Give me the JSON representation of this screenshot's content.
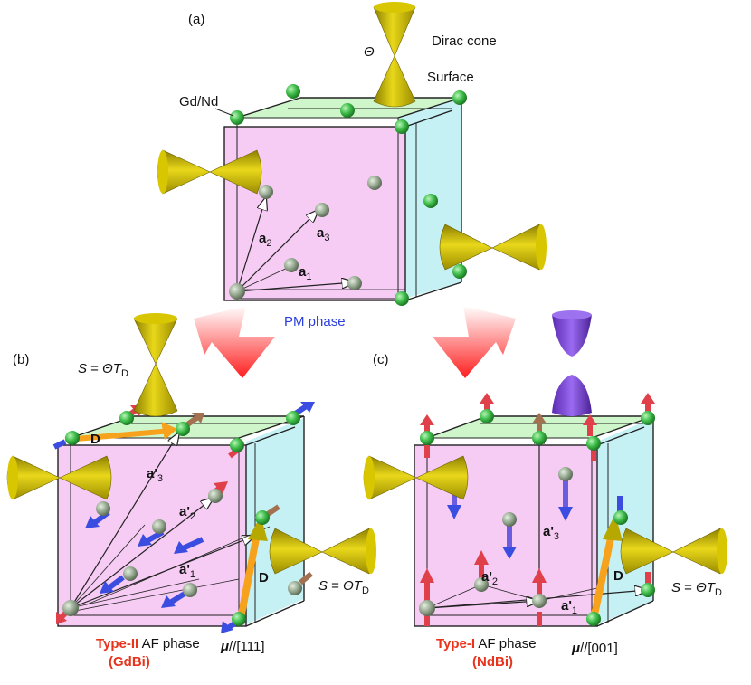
{
  "panels": {
    "a": {
      "label": "(a)",
      "phase": "PM phase",
      "dirac_cone": "Dirac cone",
      "theta": "Θ",
      "surface": "Surface",
      "atom": "Gd/Nd",
      "vectors": [
        "a",
        "a",
        "a"
      ],
      "vector_subs": [
        "1",
        "2",
        "3"
      ]
    },
    "b": {
      "label": "(b)",
      "s_prefix": "S",
      "s_eq": " = ",
      "theta_t": "ΘT",
      "t_sub": "D",
      "s_right_prefix": "S",
      "s_right_eq": " = ",
      "theta_t_right": "ΘT",
      "t_sub_right": "D",
      "d_label_top": "D",
      "d_label_side": "D",
      "vectors": [
        "a'",
        "a'",
        "a'"
      ],
      "vector_subs": [
        "1",
        "2",
        "3"
      ],
      "type_label": "Type-II",
      "phase": " AF phase",
      "material": "(GdBi)",
      "mu": "μ",
      "mu_dir": "//[111]"
    },
    "c": {
      "label": "(c)",
      "s_prefix": "S",
      "s_eq": " = ",
      "theta_t": "ΘT",
      "t_sub": "D",
      "d_label": "D",
      "vectors": [
        "a'",
        "a'",
        "a'"
      ],
      "vector_subs": [
        "1",
        "2",
        "3"
      ],
      "type_label": "Type-I",
      "phase": " AF phase",
      "material": "(NdBi)",
      "mu": "μ",
      "mu_dir": "//[001]"
    }
  },
  "colors": {
    "front_face": "#f6c8f3",
    "side_face": "#bff0f4",
    "top_face": "#c9f5c4",
    "cone": "#c9b800",
    "atom": "#4cc65a",
    "atom_grey": "#9aaa95",
    "spin_blue": "#3a4de0",
    "spin_red": "#e0404a",
    "arrow_orange": "#f7a21c",
    "big_arrow": "#ff2a2a",
    "gap_purple": "#7a44d6",
    "pm_text": "#2a3ee0",
    "type_text": "#e8341c"
  }
}
